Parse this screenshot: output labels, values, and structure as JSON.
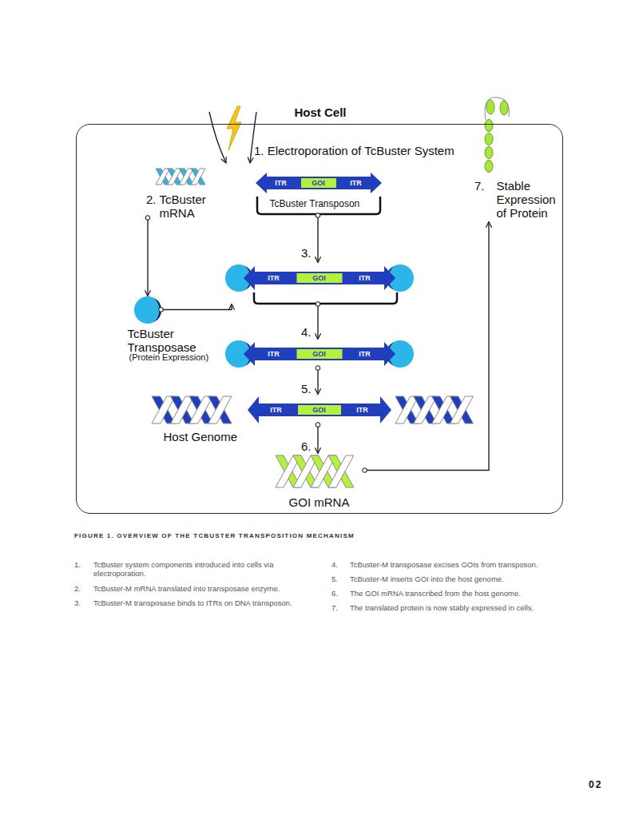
{
  "diagram": {
    "caption": "FIGURE 1. OVERVIEW OF THE TCBUSTER TRANSPOSITION MECHANISM",
    "nodes": [
      {
        "text": [
          "Host Cell"
        ]
      },
      {
        "text": [
          "TcBuster mRNA"
        ],
        "in": 0
      },
      {
        "text": [
          "ITR",
          "GOI",
          "ITR",
          "TcBuster Transposon"
        ],
        "in": 0
      },
      {
        "text": [
          "ITR",
          "GOI",
          "ITR"
        ],
        "in": 0
      },
      {
        "text": [
          "TcBuster Transposase",
          "(Protein Expression)"
        ],
        "in": 0
      },
      {
        "text": [
          "ITR",
          "GOI",
          "ITR"
        ],
        "in": 0
      },
      {
        "text": [
          "ITR",
          "GOI",
          "ITR",
          "Host Genome"
        ],
        "in": 0
      },
      {
        "text": [
          "GOI mRNA"
        ],
        "in": 0
      },
      {
        "text": [
          "Stable Expression of Protein"
        ],
        "in": 0
      }
    ],
    "edges": [
      {
        "from": 2,
        "to": 3,
        "arrow": "to"
      },
      {
        "from": 1,
        "to": 4,
        "arrow": "to"
      },
      {
        "from": 4,
        "to": 3,
        "arrow": "to"
      },
      {
        "from": 3,
        "to": 5,
        "arrow": "to"
      },
      {
        "from": 5,
        "to": 6,
        "arrow": "to"
      },
      {
        "from": 6,
        "to": 7,
        "arrow": "to"
      },
      {
        "from": 7,
        "to": 8,
        "arrow": "to"
      }
    ],
    "labels": [
      "1. Electroporation of TcBuster System",
      "2.",
      "3.",
      "4.",
      "5.",
      "6.",
      "7.",
      "1.",
      "TcBuster system components introduced into cells via electroporation.",
      "2.",
      "TcBuster-M mRNA translated into transposase enzyme.",
      "3.",
      "TcBuster-M transposase binds to ITRs on DNA transposon.",
      "4.",
      "TcBuster-M transposase excises GOIs from transposon.",
      "5.",
      "TcBuster-M inserts GOI into the host genome.",
      "6.",
      "The GOI mRNA transcribed from the host genome.",
      "7.",
      "The translated protein is now stably expressed in cells.",
      "02"
    ]
  }
}
